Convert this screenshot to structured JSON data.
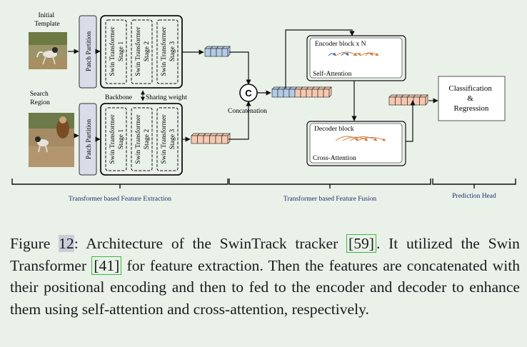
{
  "labels": {
    "initial_template": [
      "Initial",
      "Template"
    ],
    "search_region": [
      "Search",
      "Region"
    ],
    "patch_partition": "Patch Partition",
    "stages": [
      [
        "Swin Transformer",
        "Stage 1"
      ],
      [
        "Swin Transformer",
        "Stage 2"
      ],
      [
        "Swin Transformer",
        "Stage 3"
      ]
    ],
    "backbone": "Backbone",
    "sharing_weight": "Sharing weight",
    "concat_symbol": "C",
    "concatenation": "Concatenation",
    "encoder_block": "Encoder block x N",
    "self_attention": "Self-Attention",
    "decoder_block": "Decoder block",
    "cross_attention": "Cross-Attention",
    "head": [
      "Classification",
      "&",
      "Regression"
    ],
    "sections": [
      "Transformer based Feature Extraction",
      "Transformer based Feature Fusion",
      "Prediction Head"
    ]
  },
  "colors": {
    "blue_token": "#b3cbe8",
    "orange_token": "#f7c9b0",
    "background": "#e9f1e9",
    "ref_box": "#3db83d"
  },
  "caption": {
    "figure_label": "Figure",
    "figure_number": "12",
    "text_1": ": Architecture of the SwinTrack tracker ",
    "ref_1": "[59]",
    "text_2": ". It utilized the Swin Transformer ",
    "ref_2": "[41]",
    "text_3": " for feature extraction. Then the features are concatenated with their positional encoding and then to fed to the encoder and decoder to enhance them using self-attention and cross-attention, respectively."
  }
}
